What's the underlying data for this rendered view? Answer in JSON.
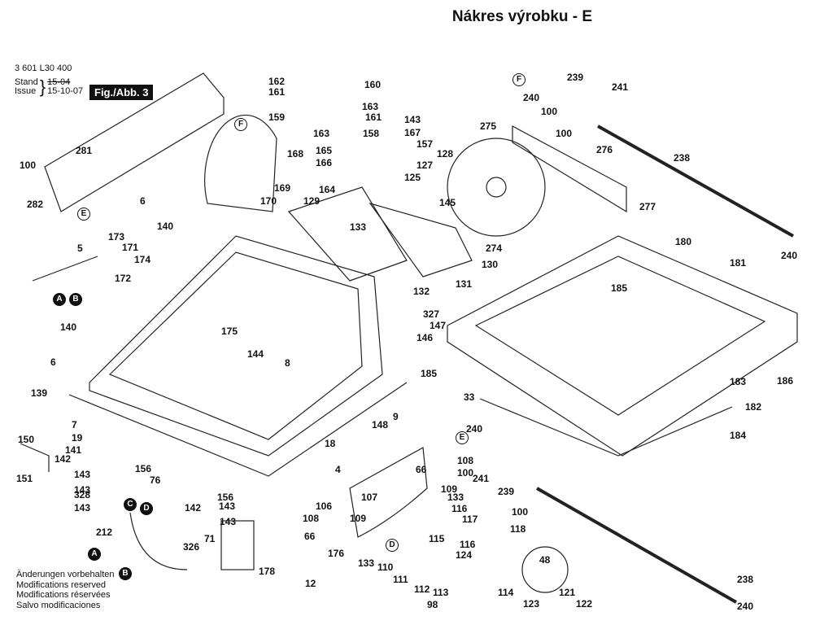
{
  "title": "Nákres výrobku - E",
  "document": {
    "part_code": "3 601 L30 400",
    "stand_label": "Stand",
    "issue_label": "Issue",
    "stand_old": "15-04",
    "issue_date": "15-10-07",
    "figure": "Fig./Abb. 3"
  },
  "notes": [
    "Änderungen vorbehalten",
    "Modifications reserved",
    "Modifications réservées",
    "Salvo modificaciones"
  ],
  "bubbles": [
    {
      "text": "F",
      "style": "open"
    },
    {
      "text": "E",
      "style": "open"
    },
    {
      "text": "A",
      "style": "filled"
    },
    {
      "text": "B",
      "style": "filled"
    },
    {
      "text": "F",
      "style": "open"
    },
    {
      "text": "E",
      "style": "open"
    },
    {
      "text": "C",
      "style": "filled"
    },
    {
      "text": "D",
      "style": "filled"
    },
    {
      "text": "A",
      "style": "filled"
    },
    {
      "text": "B",
      "style": "filled"
    },
    {
      "text": "D",
      "style": "open"
    }
  ],
  "labels": [
    "162",
    "161",
    "160",
    "163",
    "161",
    "159",
    "163",
    "158",
    "143",
    "167",
    "157",
    "165",
    "166",
    "168",
    "169",
    "170",
    "164",
    "128",
    "127",
    "125",
    "145",
    "129",
    "133",
    "130",
    "132",
    "131",
    "275",
    "274",
    "239",
    "241",
    "240",
    "100",
    "100",
    "276",
    "238",
    "277",
    "281",
    "100",
    "282",
    "6",
    "140",
    "173",
    "171",
    "174",
    "172",
    "5",
    "140",
    "175",
    "144",
    "327",
    "147",
    "146",
    "8",
    "6",
    "139",
    "185",
    "180",
    "181",
    "185",
    "240",
    "186",
    "183",
    "182",
    "184",
    "33",
    "7",
    "19",
    "141",
    "142",
    "150",
    "151",
    "156",
    "143",
    "76",
    "143",
    "328",
    "143",
    "142",
    "143",
    "156",
    "143",
    "212",
    "326",
    "71",
    "178",
    "9",
    "148",
    "18",
    "4",
    "66",
    "108",
    "100",
    "109",
    "133",
    "239",
    "241",
    "100",
    "107",
    "106",
    "108",
    "109",
    "66",
    "176",
    "133",
    "116",
    "117",
    "115",
    "116",
    "124",
    "118",
    "48",
    "110",
    "111",
    "112",
    "113",
    "114",
    "98",
    "121",
    "123",
    "122",
    "12",
    "238",
    "240",
    "240"
  ]
}
